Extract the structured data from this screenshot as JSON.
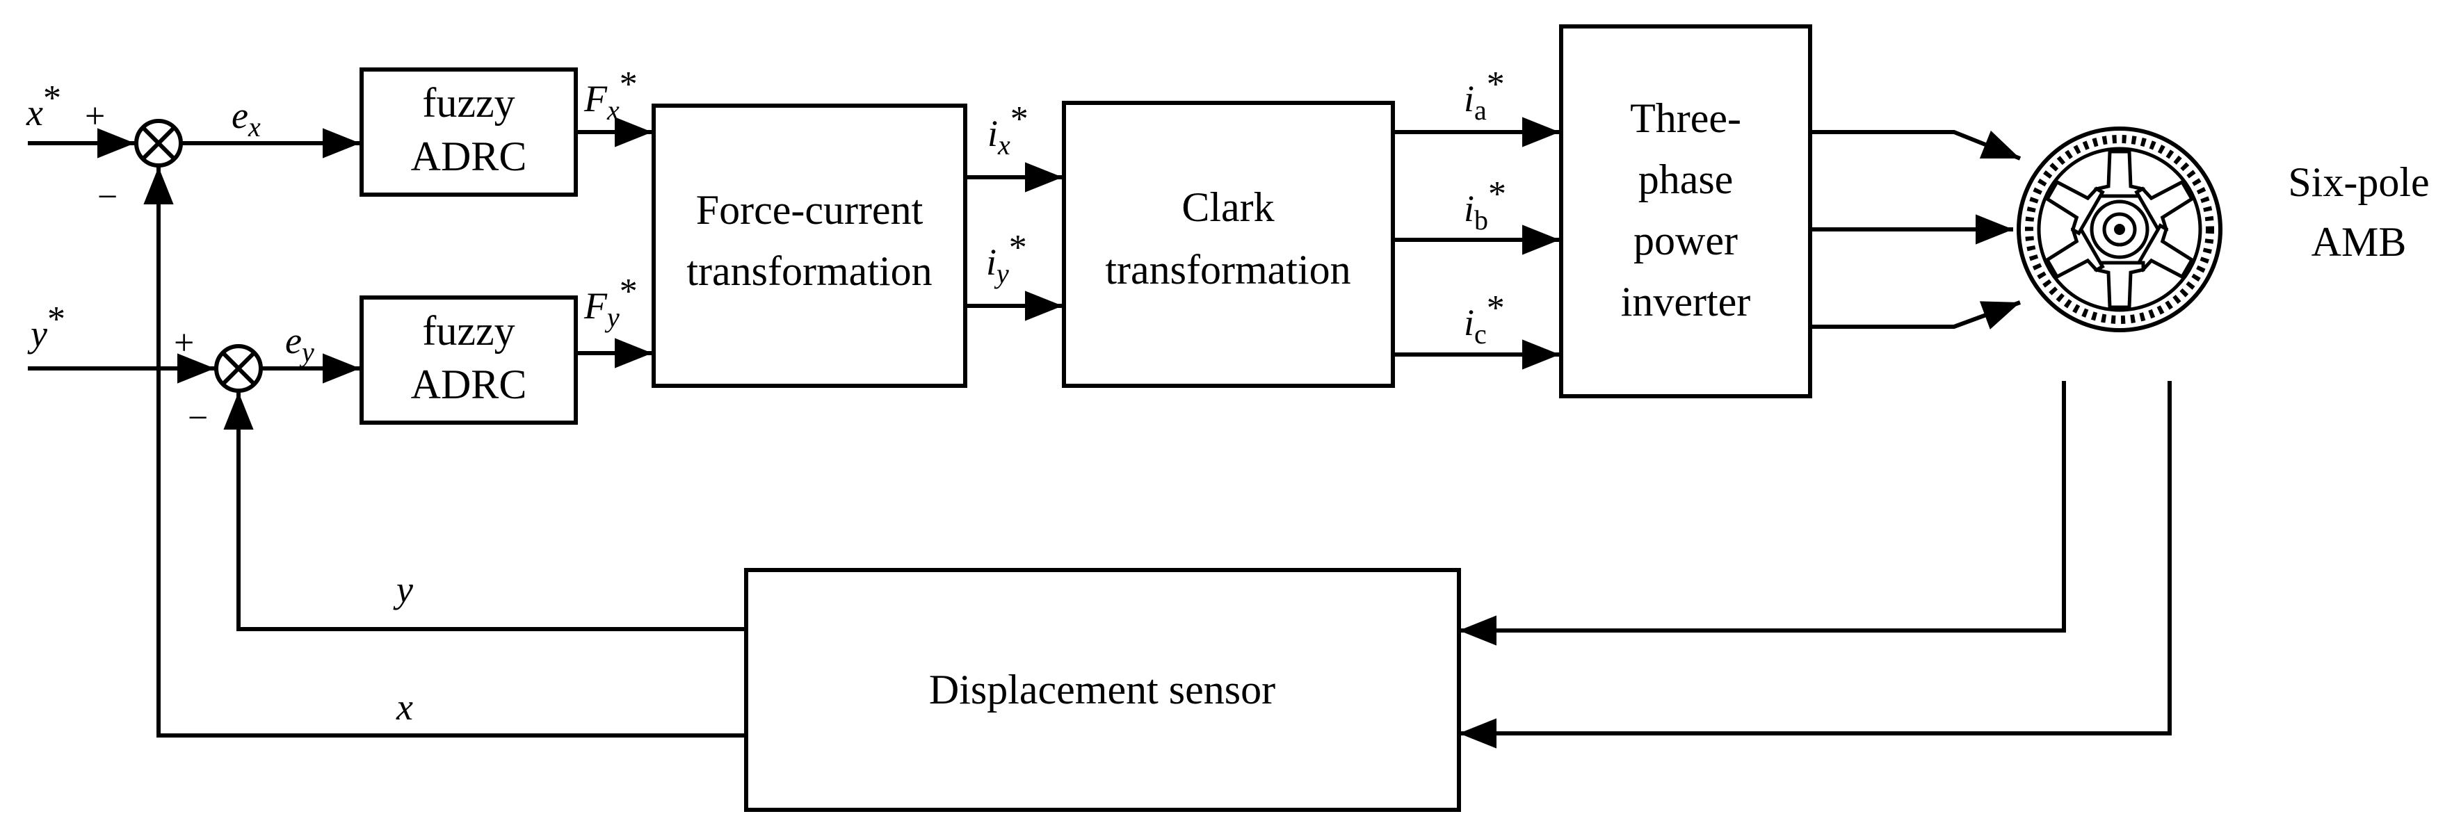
{
  "blocks": {
    "fuzzy_x": {
      "line1": "fuzzy",
      "line2": "ADRC"
    },
    "fuzzy_y": {
      "line1": "fuzzy",
      "line2": "ADRC"
    },
    "force_current": {
      "line1": "Force-current",
      "line2": "transformation"
    },
    "clark": {
      "line1": "Clark",
      "line2": "transformation"
    },
    "inverter": {
      "line1": "Three-",
      "line2": "phase",
      "line3": "power",
      "line4": "inverter"
    },
    "sensor": {
      "label": "Displacement sensor"
    },
    "amb": {
      "line1": "Six-pole",
      "line2": "AMB"
    }
  },
  "signals": {
    "x_ref": {
      "base": "x",
      "sup": "*"
    },
    "y_ref": {
      "base": "y",
      "sup": "*"
    },
    "ex": {
      "base": "e",
      "sub": "x"
    },
    "ey": {
      "base": "e",
      "sub": "y"
    },
    "fx": {
      "base": "F",
      "sub": "x",
      "sup": "*"
    },
    "fy": {
      "base": "F",
      "sub": "y",
      "sup": "*"
    },
    "ix": {
      "base": "i",
      "sub": "x",
      "sup": "*"
    },
    "iy": {
      "base": "i",
      "sub": "y",
      "sup": "*"
    },
    "ia": {
      "base": "i",
      "sub": "a",
      "sup": "*"
    },
    "ib": {
      "base": "i",
      "sub": "b",
      "sup": "*"
    },
    "ic": {
      "base": "i",
      "sub": "c",
      "sup": "*"
    },
    "y_fb": {
      "base": "y"
    },
    "x_fb": {
      "base": "x"
    }
  },
  "signs": {
    "plus_x": "+",
    "minus_x": "−",
    "plus_y": "+",
    "minus_y": "−"
  }
}
